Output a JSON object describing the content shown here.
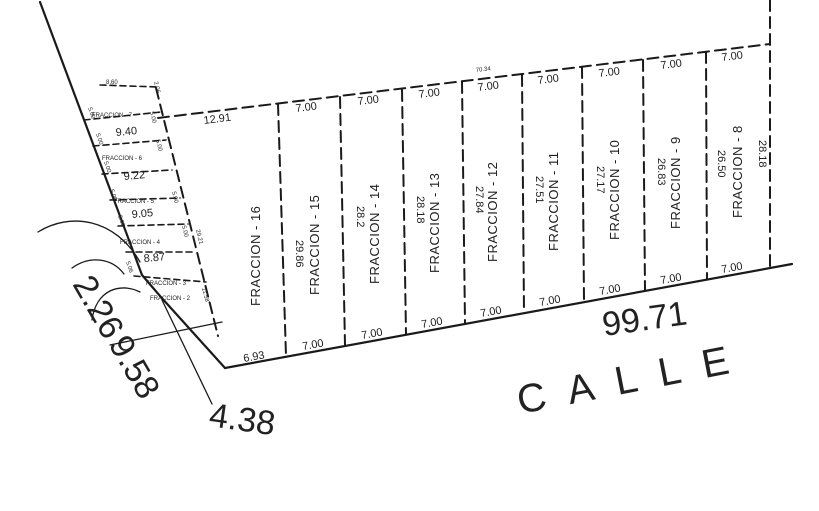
{
  "street": {
    "name": "CALLE"
  },
  "big_dimensions": {
    "front": "99.71",
    "arc1": "2.26",
    "arc2": "9.58",
    "seg": "4.38"
  },
  "top_boundary_total": "70.34",
  "lots": [
    {
      "name": "FRACCION - 16",
      "top": "12.91",
      "bottom": "6.93",
      "side": ""
    },
    {
      "name": "FRACCION - 15",
      "top": "7.00",
      "bottom": "7.00",
      "side": "29.86"
    },
    {
      "name": "FRACCION - 14",
      "top": "7.00",
      "bottom": "7.00",
      "side": "28.2"
    },
    {
      "name": "FRACCION - 13",
      "top": "7.00",
      "bottom": "7.00",
      "side": "28.18"
    },
    {
      "name": "FRACCION - 12",
      "top": "7.00",
      "bottom": "7.00",
      "side": "27.84"
    },
    {
      "name": "FRACCION - 11",
      "top": "7.00",
      "bottom": "7.00",
      "side": "27.51"
    },
    {
      "name": "FRACCION - 10",
      "top": "7.00",
      "bottom": "7.00",
      "side": "27.17"
    },
    {
      "name": "FRACCION - 9",
      "top": "7.00",
      "bottom": "7.00",
      "side": "26.83"
    },
    {
      "name": "FRACCION - 8",
      "top": "7.00",
      "bottom": "7.00",
      "side": "26.50"
    }
  ],
  "right_side_dim": "28.18",
  "small_lots": {
    "widths": [
      "8.60",
      "9.40",
      "9.22",
      "9.05",
      "8.87"
    ],
    "left_dims": [
      "5.00",
      "5.00",
      "5.00",
      "5.00",
      "5.00",
      "5.06"
    ],
    "right_dims": [
      "5.00",
      "5.00",
      "5.00",
      "5.00"
    ],
    "labels": [
      "FRACCION - 7",
      "FRACCION - 6",
      "FRACCION - 5",
      "FRACCION - 4",
      "FRACCION - 3",
      "FRACCION - 2"
    ],
    "corner_dim": "2.06",
    "side_dim": "29.21",
    "side_dim2": "11.58"
  }
}
